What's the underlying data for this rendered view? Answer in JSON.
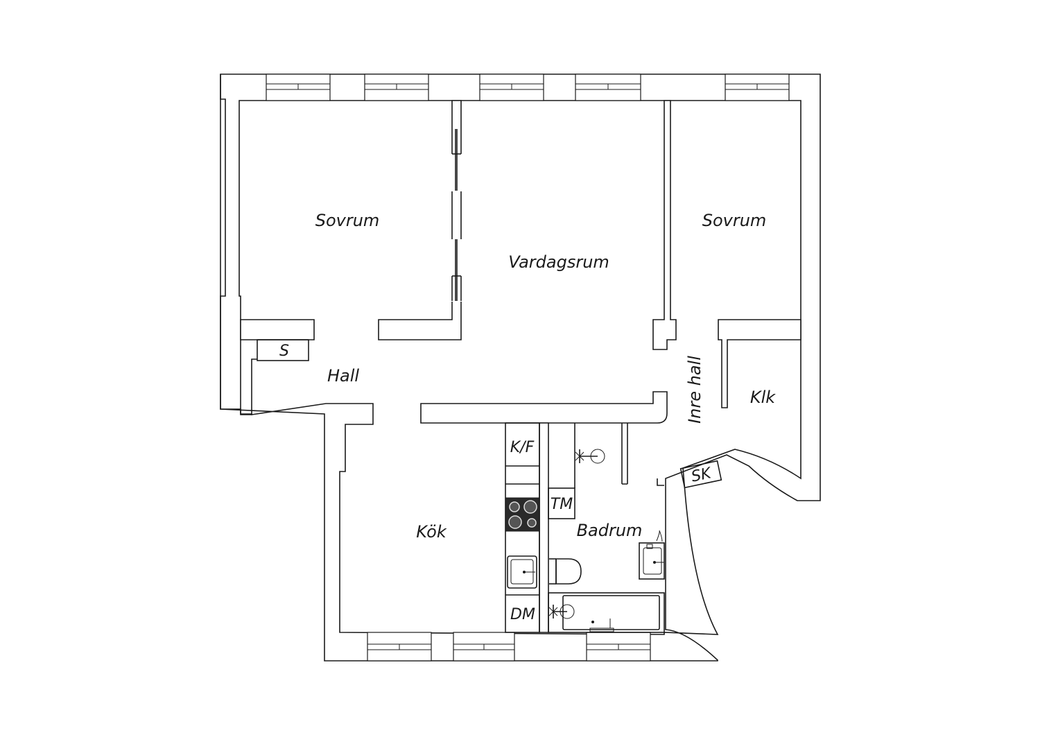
{
  "plan": {
    "rooms": {
      "sovrum_left": "Sovrum",
      "vardagsrum": "Vardagsrum",
      "sovrum_right": "Sovrum",
      "hall": "Hall",
      "inre_hall": "Inre hall",
      "klk": "Klk",
      "kok": "Kök",
      "badrum": "Badrum"
    },
    "fixtures": {
      "s": "S",
      "kf": "K/F",
      "tm": "TM",
      "sk": "SK",
      "dm": "DM"
    },
    "colors": {
      "line": "#1a1a1a",
      "background": "#ffffff",
      "stove": "#2a2a2a"
    }
  }
}
